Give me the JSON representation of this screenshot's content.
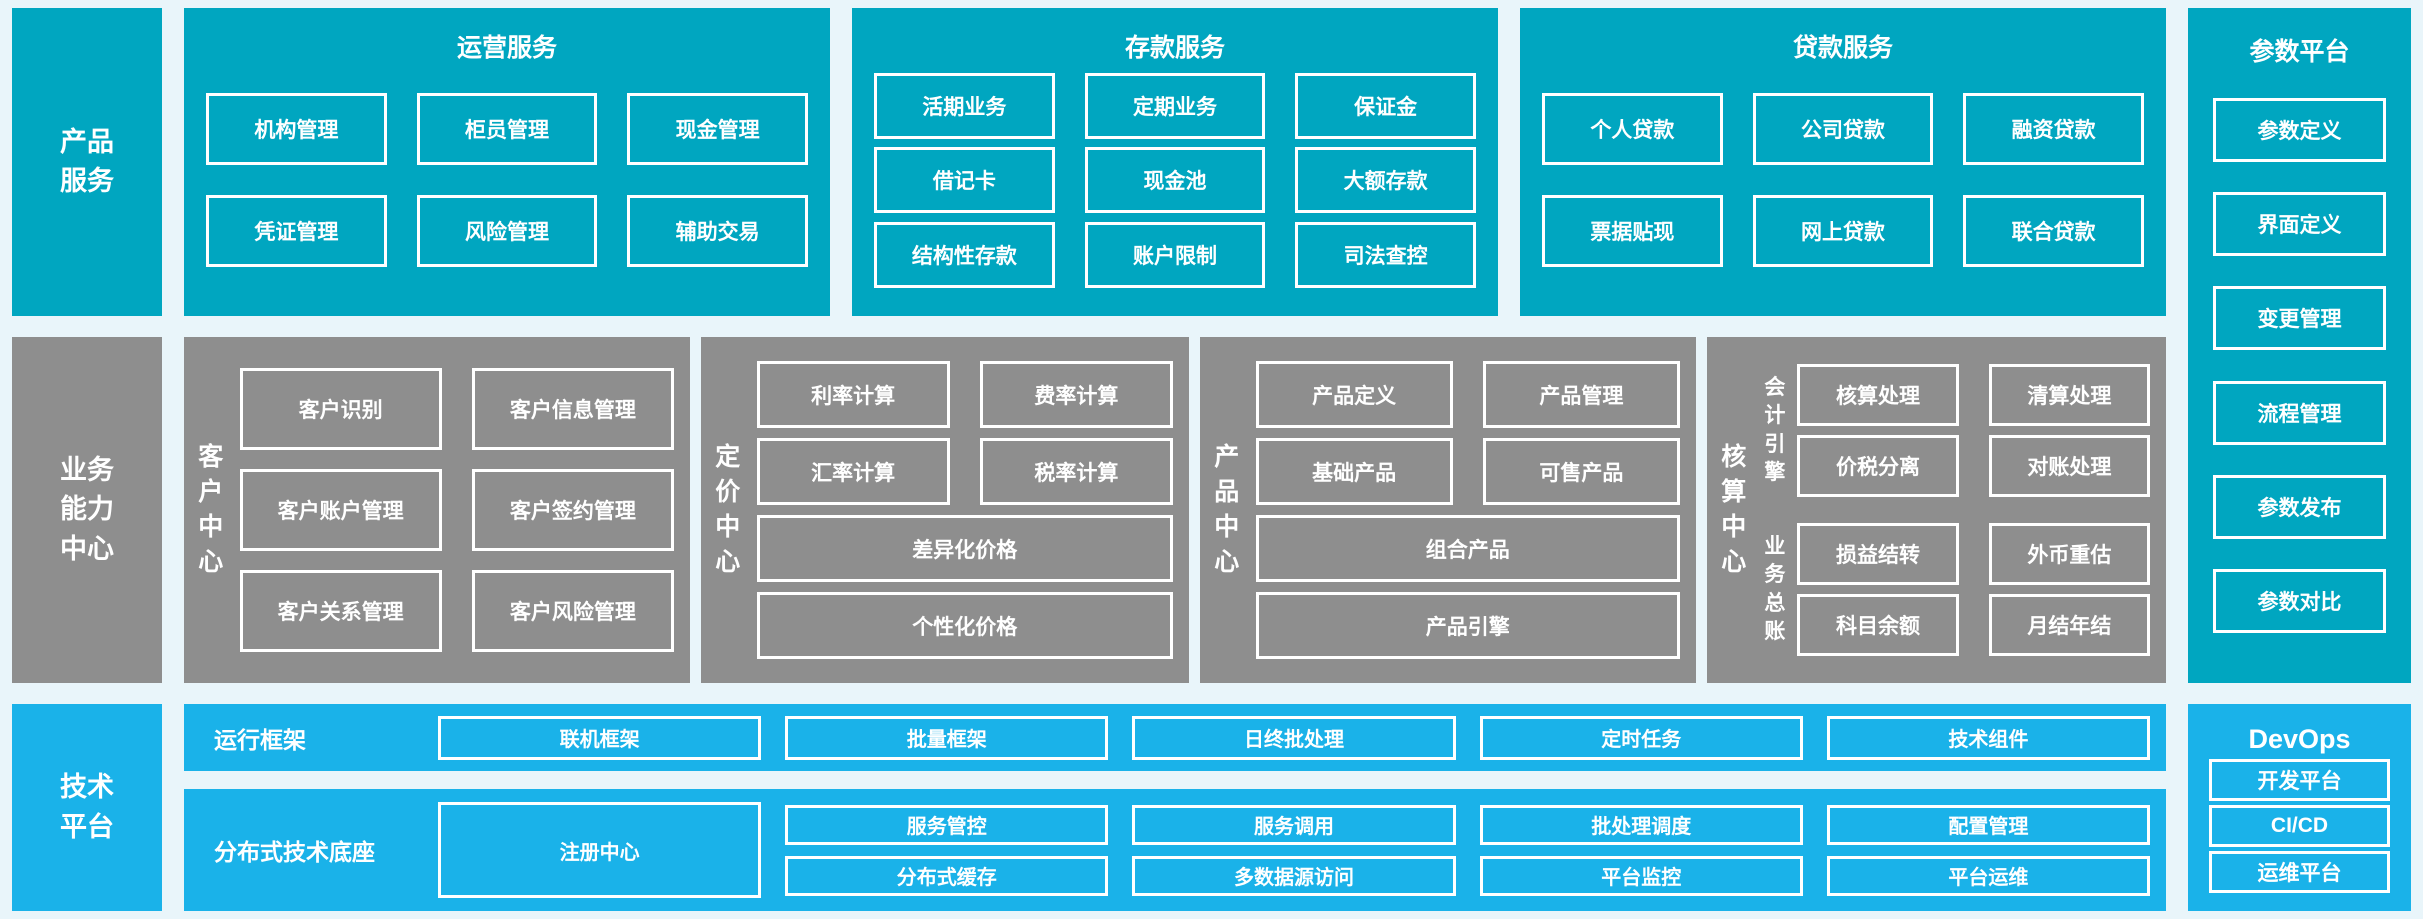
{
  "colors": {
    "teal": "#00a6c0",
    "gray": "#8e8e8e",
    "blue": "#1ab2e9",
    "background": "#e9f5fa",
    "text": "#ffffff"
  },
  "product_row": {
    "label": "产品服务",
    "panels": [
      {
        "title": "运营服务",
        "rows": [
          [
            "机构管理",
            "柜员管理",
            "现金管理"
          ],
          [
            "凭证管理",
            "风险管理",
            "辅助交易"
          ]
        ]
      },
      {
        "title": "存款服务",
        "rows": [
          [
            "活期业务",
            "定期业务",
            "保证金"
          ],
          [
            "借记卡",
            "现金池",
            "大额存款"
          ],
          [
            "结构性存款",
            "账户限制",
            "司法查控"
          ]
        ]
      },
      {
        "title": "贷款服务",
        "rows": [
          [
            "个人贷款",
            "公司贷款",
            "融资贷款"
          ],
          [
            "票据贴现",
            "网上贷款",
            "联合贷款"
          ]
        ]
      }
    ]
  },
  "param_platform": {
    "title": "参数平台",
    "buttons": [
      "参数定义",
      "界面定义",
      "变更管理",
      "流程管理",
      "参数发布",
      "参数对比"
    ]
  },
  "capability_row": {
    "label": "业务能力中心",
    "customer": {
      "label": "客户中心",
      "rows": [
        [
          "客户识别",
          "客户信息管理"
        ],
        [
          "客户账户管理",
          "客户签约管理"
        ],
        [
          "客户关系管理",
          "客户风险管理"
        ]
      ]
    },
    "pricing": {
      "label": "定价中心",
      "rows": [
        [
          "利率计算",
          "费率计算"
        ],
        [
          "汇率计算",
          "税率计算"
        ]
      ],
      "wide": [
        "差异化价格",
        "个性化价格"
      ]
    },
    "product_center": {
      "label": "产品中心",
      "rows": [
        [
          "产品定义",
          "产品管理"
        ],
        [
          "基础产品",
          "可售产品"
        ]
      ],
      "wide": [
        "组合产品",
        "产品引擎"
      ]
    },
    "accounting": {
      "label": "核算中心",
      "groups": [
        {
          "label": "会计引擎",
          "rows": [
            [
              "核算处理",
              "清算处理"
            ],
            [
              "价税分离",
              "对账处理"
            ]
          ]
        },
        {
          "label": "业务总账",
          "rows": [
            [
              "损益结转",
              "外币重估"
            ],
            [
              "科目余额",
              "月结年结"
            ]
          ]
        }
      ]
    }
  },
  "tech_row": {
    "label": "技术平台",
    "runtime": {
      "label": "运行框架",
      "buttons": [
        "联机框架",
        "批量框架",
        "日终批处理",
        "定时任务",
        "技术组件"
      ]
    },
    "base": {
      "label": "分布式技术底座",
      "registry": "注册中心",
      "columns": [
        [
          "服务管控",
          "分布式缓存"
        ],
        [
          "服务调用",
          "多数据源访问"
        ],
        [
          "批处理调度",
          "平台监控"
        ],
        [
          "配置管理",
          "平台运维"
        ]
      ]
    }
  },
  "devops": {
    "title": "DevOps",
    "buttons": [
      "开发平台",
      "CI/CD",
      "运维平台"
    ]
  }
}
